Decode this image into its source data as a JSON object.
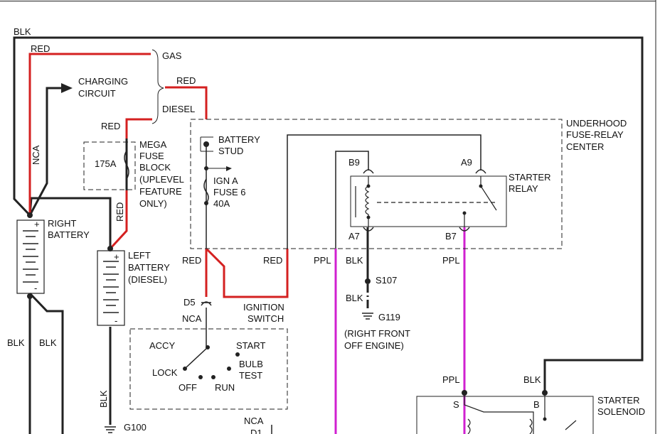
{
  "colors": {
    "background": "#ffffff",
    "blk_wire": "#222222",
    "red_wire": "#d42020",
    "ppl_wire": "#d020d0"
  },
  "wires": {
    "blk": "BLK",
    "red": "RED",
    "nca": "NCA",
    "ppl": "PPL"
  },
  "labels": {
    "gas": "GAS",
    "diesel": "DIESEL",
    "charging_1": "CHARGING",
    "charging_2": "CIRCUIT",
    "mega_1": "MEGA",
    "mega_2": "FUSE",
    "mega_3": "BLOCK",
    "mega_4": "(UPLEVEL",
    "mega_5": "FEATURE",
    "mega_6": "ONLY)",
    "mega_rating": "175A",
    "right_batt_1": "RIGHT",
    "right_batt_2": "BATTERY",
    "left_batt_1": "LEFT",
    "left_batt_2": "BATTERY",
    "left_batt_3": "(DIESEL)",
    "batt_stud_1": "BATTERY",
    "batt_stud_2": "STUD",
    "fuse_1": "IGN A",
    "fuse_2": "FUSE 6",
    "fuse_3": "40A",
    "underhood_1": "UNDERHOOD",
    "underhood_2": "FUSE-RELAY",
    "underhood_3": "CENTER",
    "starter_relay_1": "STARTER",
    "starter_relay_2": "RELAY",
    "b9": "B9",
    "a9": "A9",
    "a7": "A7",
    "b7": "B7",
    "d5": "D5",
    "d1": "D1",
    "ign_switch_1": "IGNITION",
    "ign_switch_2": "SWITCH",
    "accy": "ACCY",
    "lock": "LOCK",
    "off": "OFF",
    "run": "RUN",
    "start": "START",
    "bulb_1": "BULB",
    "bulb_2": "TEST",
    "s107": "S107",
    "g119": "G119",
    "g100": "G100",
    "loc_1": "(RIGHT FRONT",
    "loc_2": "OFF ENGINE)",
    "solenoid_1": "STARTER",
    "solenoid_2": "SOLENOID",
    "sol_s": "S",
    "sol_b": "B",
    "plus": "+",
    "minus": "-"
  }
}
